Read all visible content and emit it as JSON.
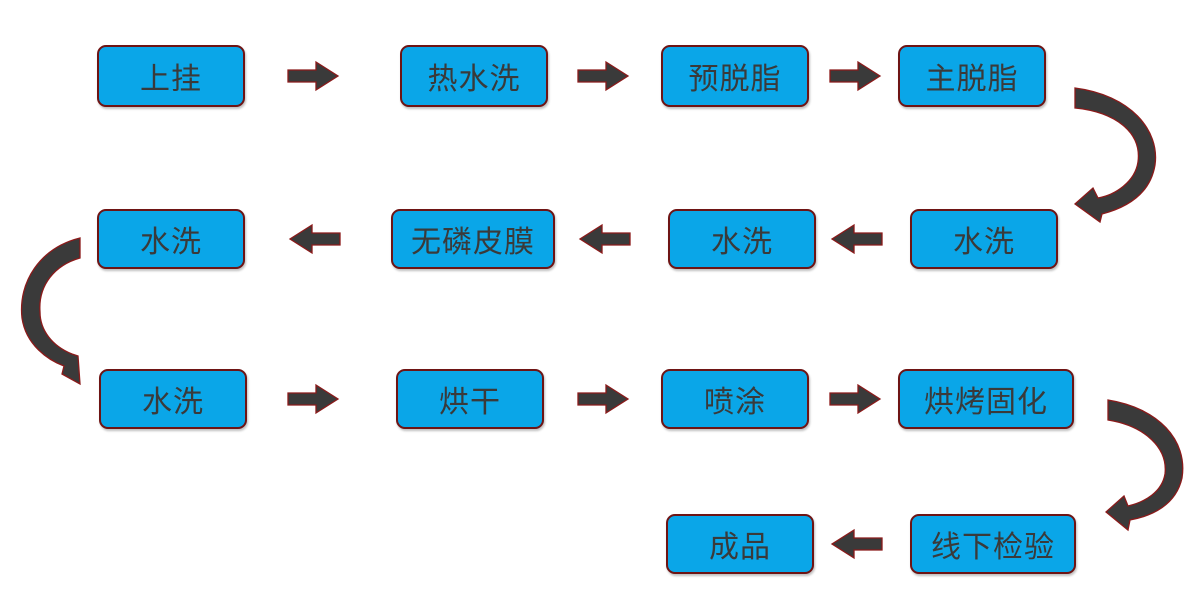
{
  "steps": [
    {
      "id": "hang",
      "label": "上挂"
    },
    {
      "id": "hot-rinse",
      "label": "热水洗"
    },
    {
      "id": "pre-degrease",
      "label": "预脱脂"
    },
    {
      "id": "main-degrease",
      "label": "主脱脂"
    },
    {
      "id": "rinse-1",
      "label": "水洗"
    },
    {
      "id": "rinse-2",
      "label": "水洗"
    },
    {
      "id": "phosphate-free-film",
      "label": "无磷皮膜"
    },
    {
      "id": "rinse-3",
      "label": "水洗"
    },
    {
      "id": "rinse-4",
      "label": "水洗"
    },
    {
      "id": "dry",
      "label": "烘干"
    },
    {
      "id": "spray",
      "label": "喷涂"
    },
    {
      "id": "bake-cure",
      "label": "烘烤固化"
    },
    {
      "id": "offline-inspect",
      "label": "线下检验"
    },
    {
      "id": "finished",
      "label": "成品"
    }
  ],
  "colors": {
    "box_fill": "#0aa6e8",
    "box_border": "#6e1414",
    "arrow_fill": "#3a3a3a",
    "arrow_border": "#8b1a1a"
  }
}
